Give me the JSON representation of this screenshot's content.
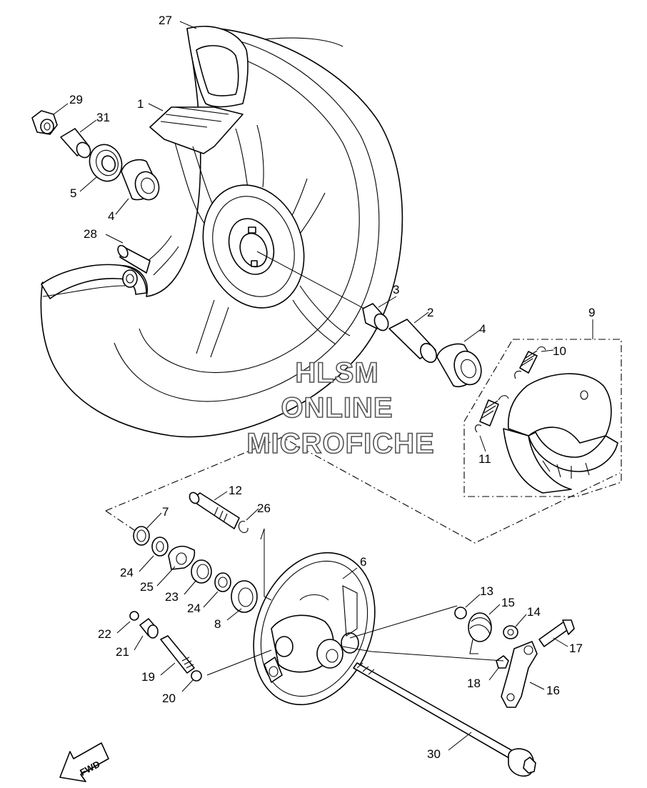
{
  "callouts": [
    {
      "num": "27"
    },
    {
      "num": "1"
    },
    {
      "num": "29"
    },
    {
      "num": "31"
    },
    {
      "num": "5"
    },
    {
      "num": "4"
    },
    {
      "num": "28"
    },
    {
      "num": "3"
    },
    {
      "num": "2"
    },
    {
      "num": "4"
    },
    {
      "num": "9"
    },
    {
      "num": "10"
    },
    {
      "num": "11"
    },
    {
      "num": "12"
    },
    {
      "num": "26"
    },
    {
      "num": "7"
    },
    {
      "num": "24"
    },
    {
      "num": "25"
    },
    {
      "num": "23"
    },
    {
      "num": "24"
    },
    {
      "num": "8"
    },
    {
      "num": "6"
    },
    {
      "num": "13"
    },
    {
      "num": "15"
    },
    {
      "num": "14"
    },
    {
      "num": "17"
    },
    {
      "num": "22"
    },
    {
      "num": "21"
    },
    {
      "num": "19"
    },
    {
      "num": "20"
    },
    {
      "num": "18"
    },
    {
      "num": "16"
    },
    {
      "num": "30"
    }
  ],
  "watermark": {
    "line1": "HLSM",
    "line2": "ONLINE",
    "line3": "MICROFICHE"
  },
  "fwd_label": "FWD"
}
